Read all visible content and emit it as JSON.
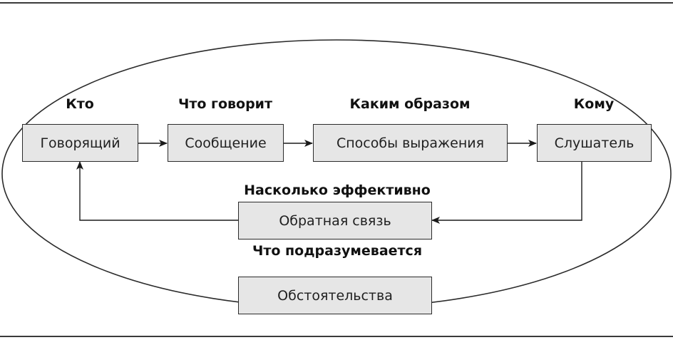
{
  "headers": {
    "who": "Кто",
    "what": "Что говорит",
    "how": "Каким образом",
    "whom": "Кому"
  },
  "boxes": {
    "speaker": "Говорящий",
    "message": "Сообщение",
    "channel": "Способы выражения",
    "listener": "Слушатель",
    "feedback": "Обратная связь",
    "circumstances": "Обстоятельства"
  },
  "feedback_labels": {
    "effectiveness": "Насколько эффективно",
    "meaning": "Что подразумевается"
  }
}
